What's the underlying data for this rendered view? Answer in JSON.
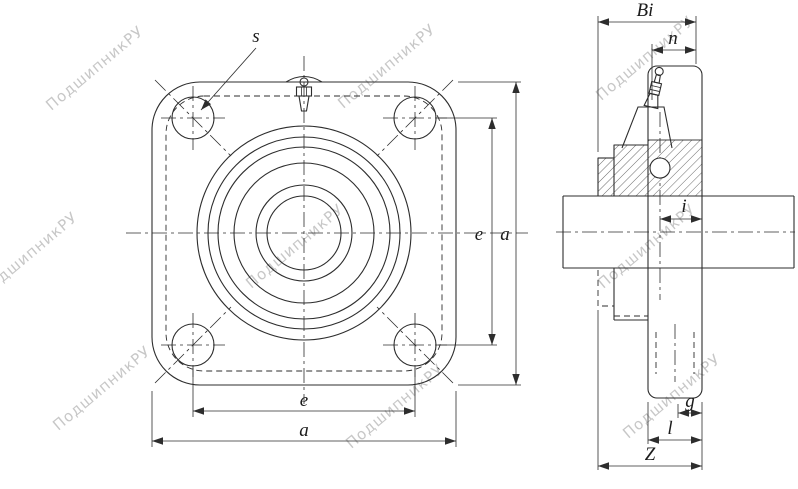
{
  "drawing": {
    "watermark_text": "ПодшипникРУ",
    "labels": {
      "s": "s",
      "bi": "Bi",
      "n": "n",
      "e": "e",
      "a": "a",
      "i": "i",
      "g": "g",
      "l": "l",
      "z": "Z"
    },
    "colors": {
      "line": "#2d2d2d",
      "watermark": "#c2c2c2",
      "background": "#ffffff"
    }
  }
}
